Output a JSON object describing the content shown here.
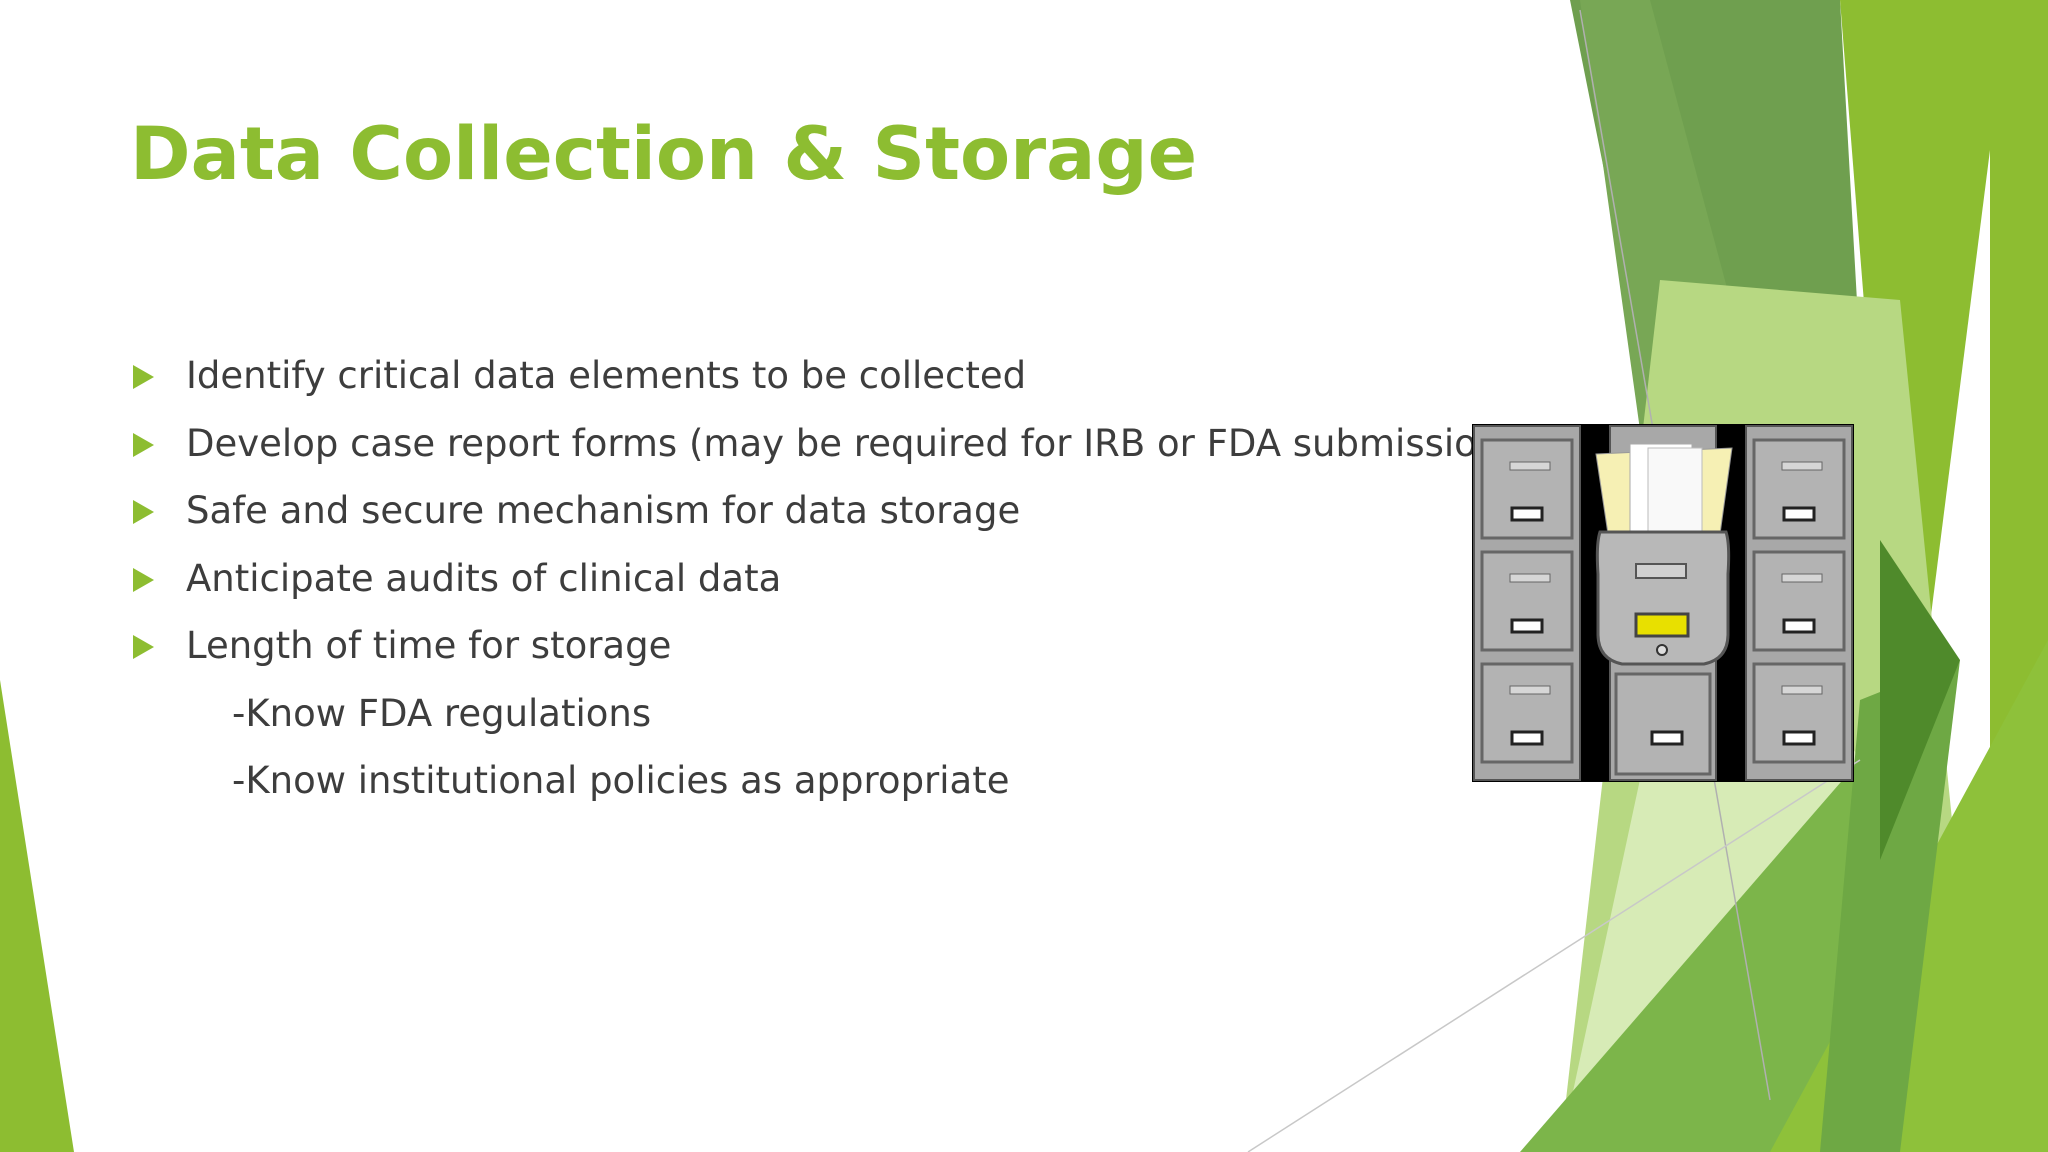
{
  "slide": {
    "title": "Data Collection & Storage",
    "bullets": [
      "Identify critical data elements to be collected",
      "Develop case report forms (may be required for IRB or FDA submission)",
      "Safe and secure mechanism for data storage",
      "Anticipate audits of clinical data",
      "Length of time for storage"
    ],
    "sub_items": [
      "-Know FDA regulations",
      "-Know institutional policies as appropriate"
    ]
  },
  "image": {
    "name": "filing-cabinet-illustration"
  },
  "colors": {
    "title": "#8dbd31",
    "body_text": "#3d3d3d",
    "bullet_arrow": "#8dbd31",
    "accent_dark_green": "#5f9a3e",
    "accent_light_green": "#c9e39b",
    "accent_green": "#8dbd31"
  }
}
